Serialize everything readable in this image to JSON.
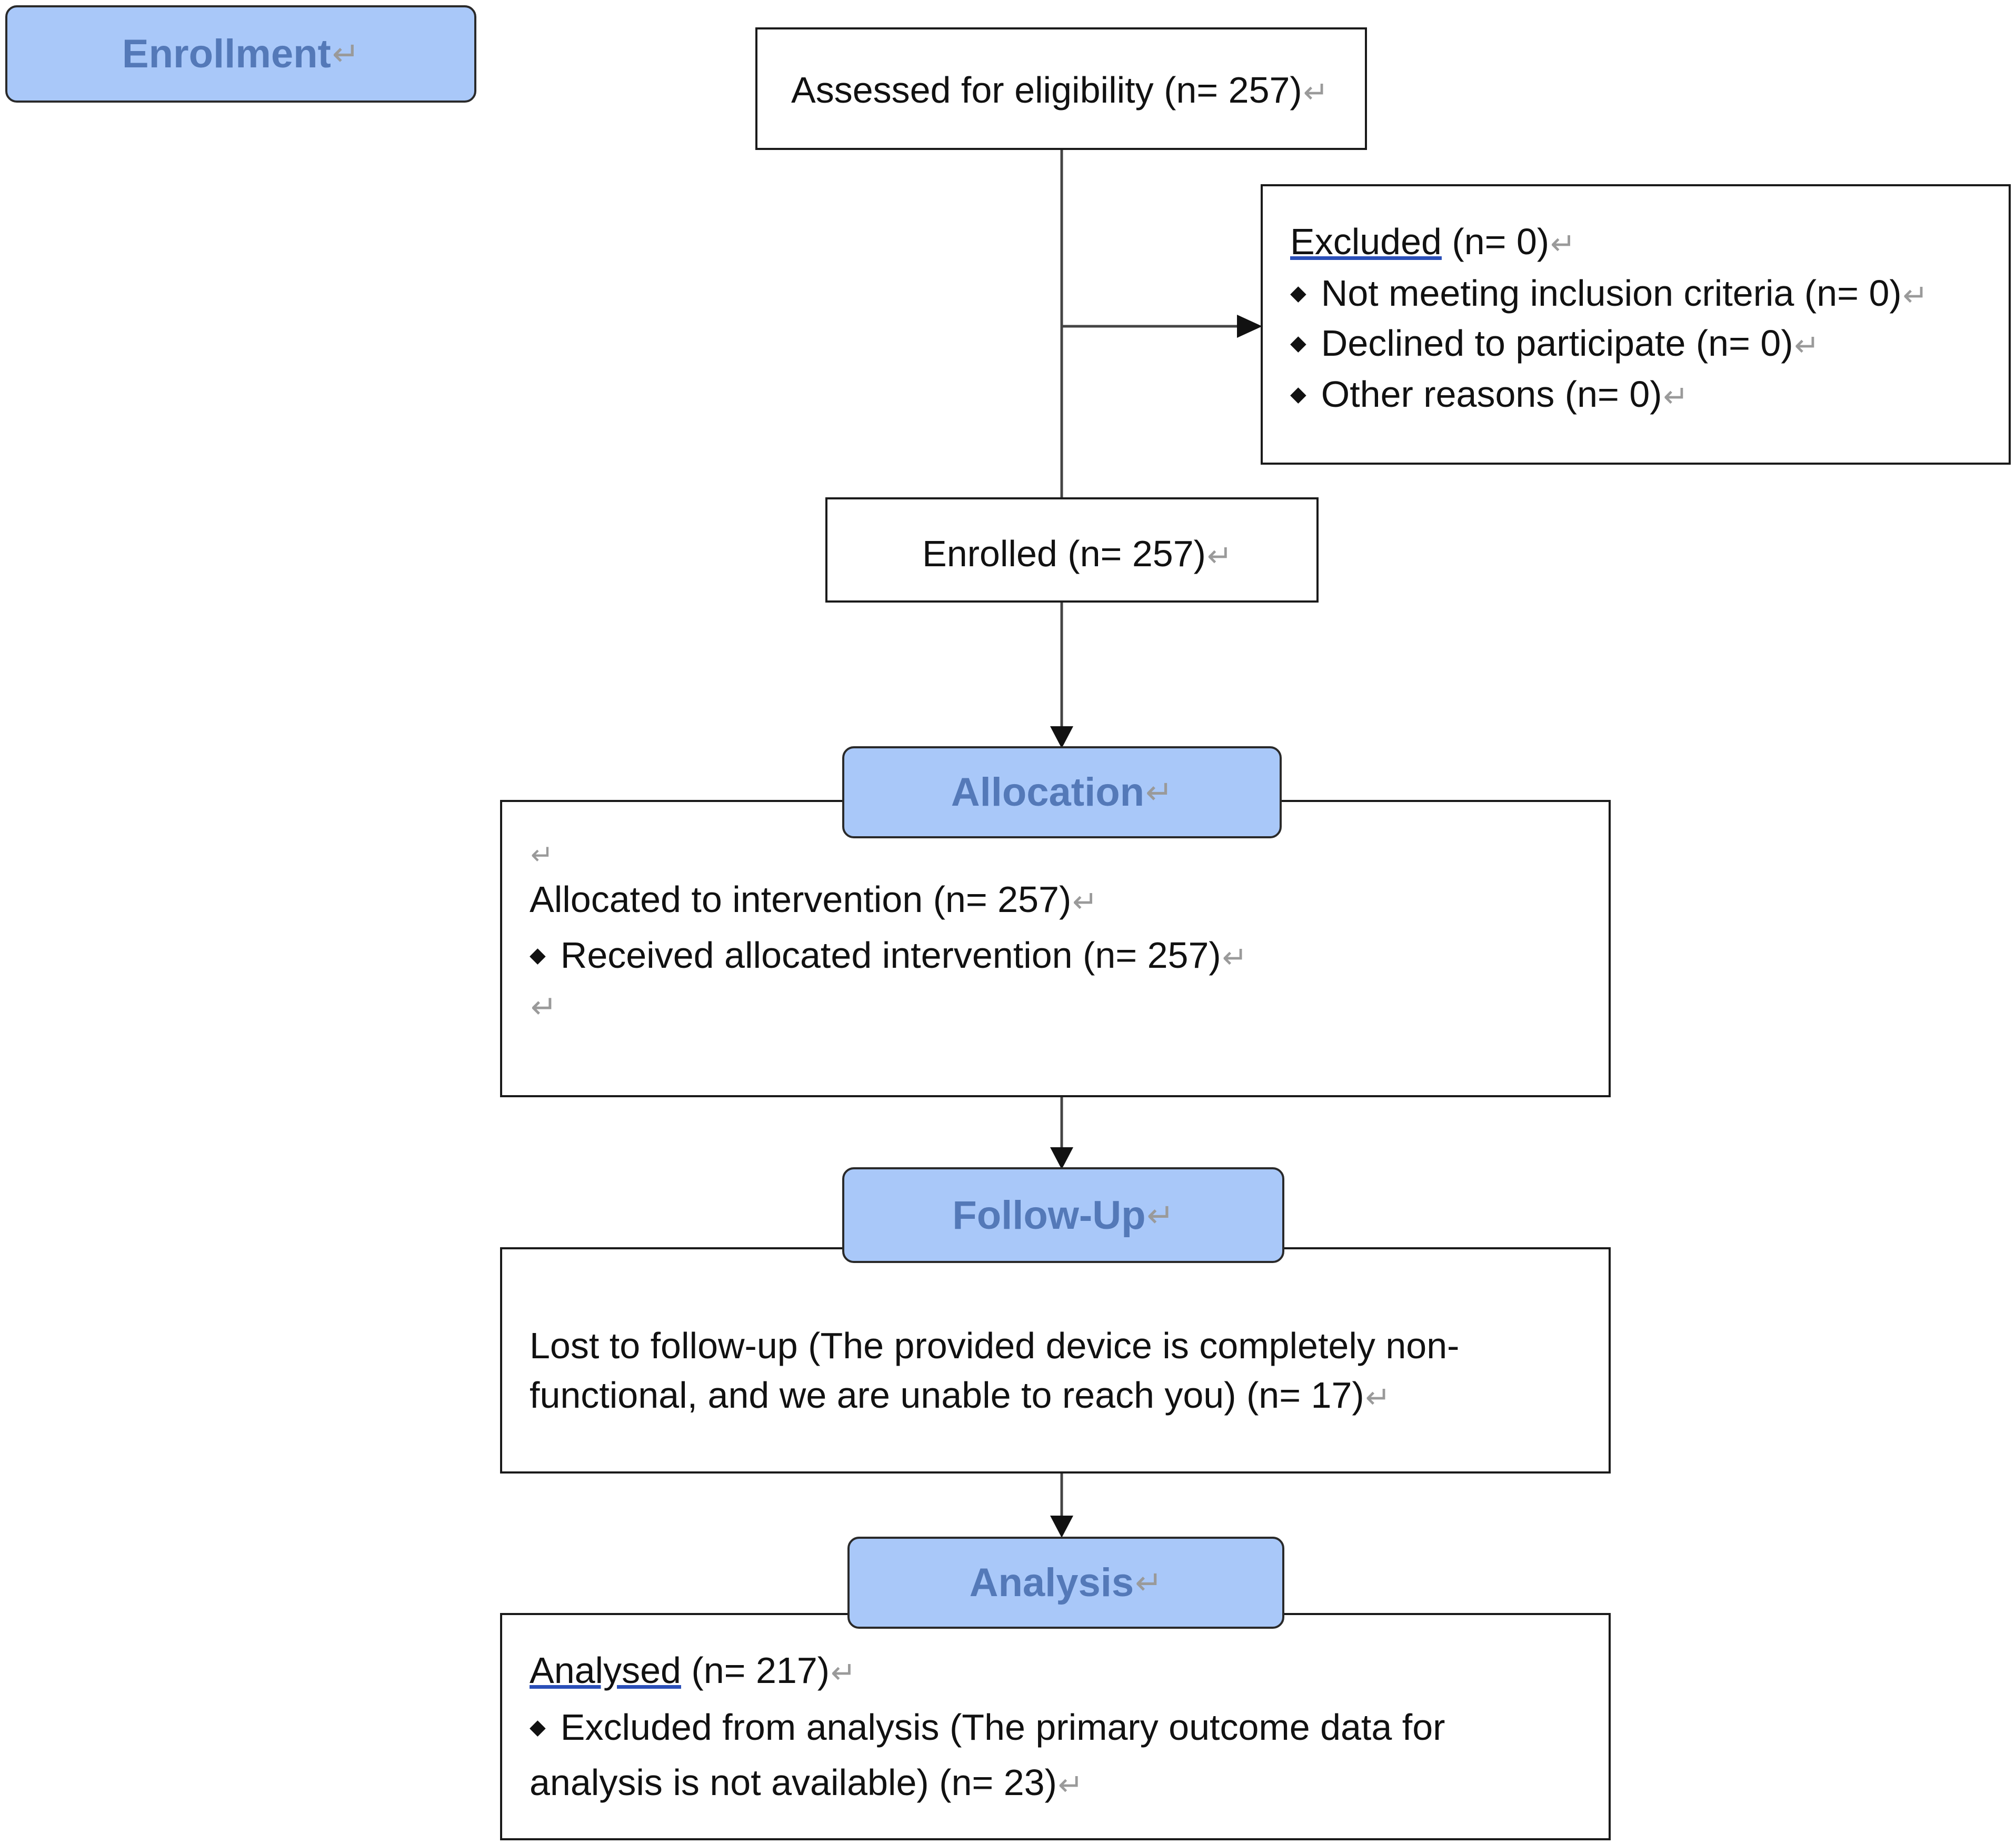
{
  "stages": {
    "enrollment": "Enrollment",
    "allocation": "Allocation",
    "follow_up": "Follow-Up",
    "analysis": "Analysis"
  },
  "pilcrow": "↵",
  "bullet": "◆",
  "assessed": "Assessed for eligibility (n= 257)",
  "excluded": {
    "heading": "Excluded",
    "count": " (n= 0)",
    "items": [
      "Not meeting inclusion criteria (n= 0)",
      "Declined to participate (n= 0)",
      "Other reasons (n= 0)"
    ]
  },
  "enrolled": "Enrolled (n= 257)",
  "allocation_box": {
    "line1": "Allocated to intervention (n= 257)",
    "line2": "Received allocated intervention (n= 257)"
  },
  "follow_up_box": {
    "line1": "Lost to follow-up (The provided device is completely non-",
    "line2": "functional, and we are unable to reach you) (n= 17)"
  },
  "analysis_box": {
    "heading": "Analysed",
    "count": " (n= 217)",
    "line2": "Excluded from analysis (The primary outcome data for",
    "line3": "analysis is not available) (n= 23)"
  }
}
